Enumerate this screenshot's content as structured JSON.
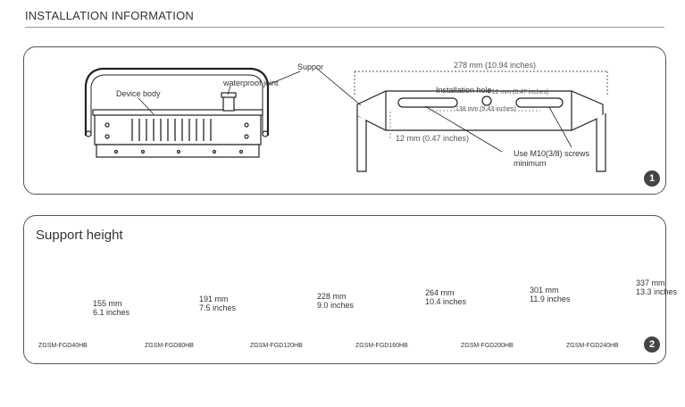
{
  "header": {
    "title": "INSTALLATION INFORMATION"
  },
  "panel1": {
    "label_support": "Suppor",
    "label_waterproof": "waterproof joint",
    "label_device_body": "Device body",
    "dim_overall": "278 mm (10.94 inches)",
    "label_install_hole": "Installation hole",
    "dim_hole": "Φ12 mm (0.47 inches)",
    "dim_spacing": "138 mm (5.43 inches)",
    "dim_slot": "12 mm (0.47 inches)",
    "screw_note_line1": "Use M10(3/8) screws",
    "screw_note_line2": "minimum",
    "badge": "1"
  },
  "panel2": {
    "title": "Support height",
    "badge": "2",
    "brackets": [
      {
        "model": "ZGSM-FGD40HB",
        "mm": "155 mm",
        "inches": "6.1 inches"
      },
      {
        "model": "ZGSM-FGD80HB",
        "mm": "191 mm",
        "inches": "7.5 inches"
      },
      {
        "model": "ZGSM-FGD120HB",
        "mm": "228 mm",
        "inches": "9.0 inches"
      },
      {
        "model": "ZGSM-FGD160HB",
        "mm": "264 mm",
        "inches": "10.4 inches"
      },
      {
        "model": "ZGSM-FGD200HB",
        "mm": "301 mm",
        "inches": "11.9 inches"
      },
      {
        "model": "ZGSM-FGD240HB",
        "mm": "337 mm",
        "inches": "13.3 inches"
      }
    ]
  }
}
